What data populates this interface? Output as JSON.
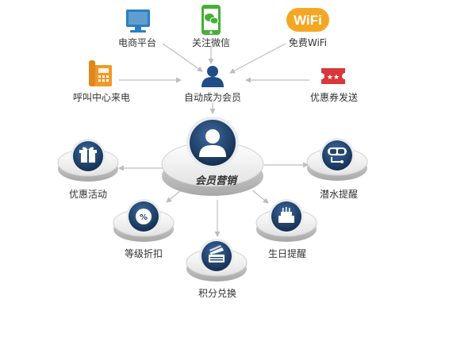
{
  "sources": {
    "ecommerce": "电商平台",
    "wechat": "关注微信",
    "wifi": "免费WiFi",
    "wifi_logo": "WiFi",
    "callcenter": "呼叫中心来电",
    "coupon": "优惠券发送"
  },
  "member": "自动成为会员",
  "hub": "会员营销",
  "outputs": {
    "promo": "优惠活动",
    "dormant": "潜水提醒",
    "tier": "等级折扣",
    "tier_icon_text": "%",
    "birthday": "生日提醒",
    "points": "积分兑换"
  },
  "colors": {
    "icon_blue": "#2a7fc1",
    "wechat_green": "#45b035",
    "wifi_orange": "#f5a623",
    "phone_orange": "#f09a2a",
    "coupon_red": "#d9373b",
    "disc_navy": "#1e3c62",
    "arrow_gray": "#bdbdbd"
  }
}
